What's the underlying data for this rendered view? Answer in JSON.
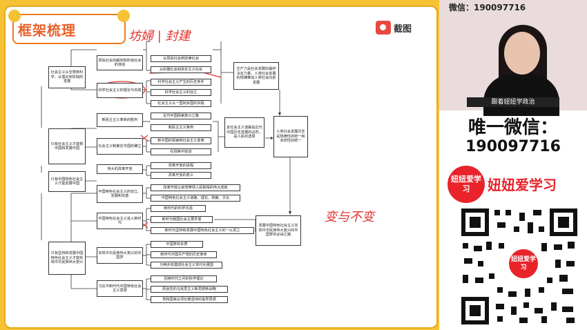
{
  "slide": {
    "title": "框架梳理",
    "capture_label": "截图",
    "handwriting_top": "坊婦 | 封建",
    "handwriting_right": "变与不变"
  },
  "diagram": {
    "col1": [
      "社会主义从空想到科学、从理论到实践的发展",
      "只有社会主义才能救中国和发展中国",
      "只有中国特色社会主义才能发展中国",
      "只有坚持和发展中国特色社会主义才能实现中华民族伟大复兴"
    ],
    "col2": [
      "原始社会的解体和阶级社会的演进",
      "科学社会主义的理论与实践",
      "新民主主义革命的胜利",
      "社会主义制度在中国的确立",
      "伟大的改革开放",
      "中国特色社会主义的创立、发展和完善",
      "中国特色社会主义进入新时代",
      "实现中华民族伟大复兴的中国梦",
      "习近平新时代中国特色社会主义思想"
    ],
    "col3": [
      "从原始社会到奴隶社会",
      "从封建社会到资本主义社会",
      "科学社会主义产生的历史条件",
      "科学社会主义的创立",
      "社会主义从一国到多国的实践",
      "近代中国探索复兴之路",
      "新民主主义革命",
      "新中国的探索和社会主义变革",
      "在探索中前进",
      "改革开放的进程",
      "改革开放的意义",
      "改革开放以来党带领人民取得的伟大成就",
      "中国特色社会主义道路、理论、制度、文化",
      "新时代的科学内涵",
      "新时代我国社会主要矛盾",
      "新时代坚持和发展中国特色社会主义的一以贯之",
      "中国梦的本质",
      "新时代中国共产党的历史使命",
      "分两步走建成社会主义现代化强国",
      "回答时代之问的科学理论",
      "原创性的马克思主义新思想新战略",
      "党和国家必须长期坚持的指导思想"
    ],
    "col4": [
      "生产力是社会发展的最终决定力量，人类社会发展的规律推动人类社会向前发展",
      "走社会主义道路是近代中国历史发展的必然，是人民的选择",
      "人类社会发展历史是规律性的统一和多样性的统一",
      "发展中国特色社会主义实现中华民族伟大复兴的中国梦的必由之路"
    ]
  },
  "panel": {
    "wechat_top": "微信：190097716",
    "caption": "跟着妞妞学政治",
    "weixin_label": "唯一微信：",
    "weixin_id": "190097716",
    "logo_text": "妞妞爱学习",
    "brand": "妞妞爱学习",
    "qr_center": "妞妞爱学习"
  },
  "colors": {
    "slide_bg": "#f6c234",
    "title_orange": "#e8612a",
    "annotation_red": "#e0322e",
    "brand_red": "#e8232a"
  }
}
